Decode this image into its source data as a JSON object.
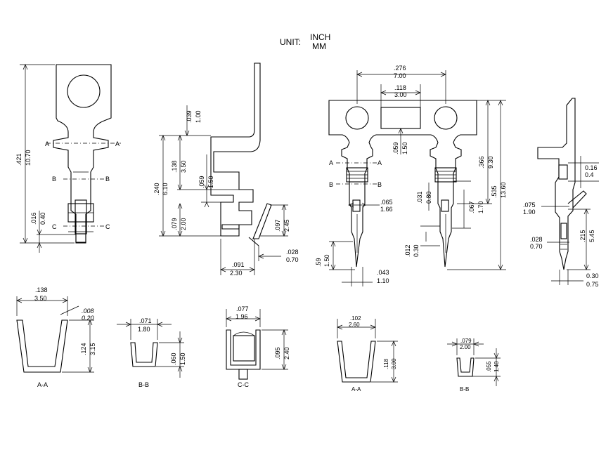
{
  "unit": {
    "label": "UNIT:",
    "inch": "INCH",
    "mm": "MM"
  },
  "view1": {
    "total_in": ".421",
    "total_mm": "10.70",
    "bottom_in": ".016",
    "bottom_mm": "0.40",
    "sec_a": "A",
    "sec_b": "B",
    "sec_c": "C"
  },
  "view2": {
    "top_in": ".039",
    "top_mm": "1.00",
    "h1_in": ".138",
    "h1_mm": "3.50",
    "h2_in": ".059",
    "h2_mm": "1.50",
    "h3_in": ".240",
    "h3_mm": "6.10",
    "h4_in": ".079",
    "h4_mm": "2.00",
    "h5_in": ".097",
    "h5_mm": "2.45",
    "w1_in": ".091",
    "w1_mm": "2.30",
    "w2_in": ".028",
    "w2_mm": "0.70"
  },
  "view3": {
    "pitch_in": ".276",
    "pitch_mm": "7.00",
    "win_in": ".118",
    "win_mm": "3.00",
    "tab_in": ".059",
    "tab_mm": "1.50",
    "len1_in": ".366",
    "len1_mm": "9.30",
    "len2_in": ".535",
    "len2_mm": "13.60",
    "w1_in": ".065",
    "w1_mm": "1.66",
    "sq_in": ".031",
    "sq_mm": "0.80",
    "h1_in": ".067",
    "h1_mm": "1.70",
    "tip_in": ".012",
    "tip_mm": "0.30",
    "pin_in": ".59",
    "pin_mm": "1.50",
    "pw_in": ".043",
    "pw_mm": "1.10",
    "sec_a": "A",
    "sec_b": "B"
  },
  "view4": {
    "a_in": "0.16",
    "a_mm": "0.4",
    "b_in": ".075",
    "b_mm": "1.90",
    "c_in": ".028",
    "c_mm": "0.70",
    "d_in": ".215",
    "d_mm": "5.45",
    "e_in": "0.30",
    "e_mm": "0.75"
  },
  "sections": {
    "aa1": {
      "w_in": ".138",
      "w_mm": "3.50",
      "t_in": ".008",
      "t_mm": "0.20",
      "h_in": ".124",
      "h_mm": "3.15",
      "label": "A-A"
    },
    "bb1": {
      "w_in": ".071",
      "w_mm": "1.80",
      "h_in": ".060",
      "h_mm": "1.50",
      "label": "B-B"
    },
    "cc1": {
      "w_in": ".077",
      "w_mm": "1.96",
      "h_in": ".095",
      "h_mm": "2.40",
      "label": "C-C"
    },
    "aa2": {
      "w_in": ".102",
      "w_mm": "2.60",
      "h_in": ".118",
      "h_mm": "3.00",
      "label": "A-A"
    },
    "bb2": {
      "w_in": ".079",
      "w_mm": "2.00",
      "h_in": ".055",
      "h_mm": "1.40",
      "label": "B-B"
    }
  }
}
